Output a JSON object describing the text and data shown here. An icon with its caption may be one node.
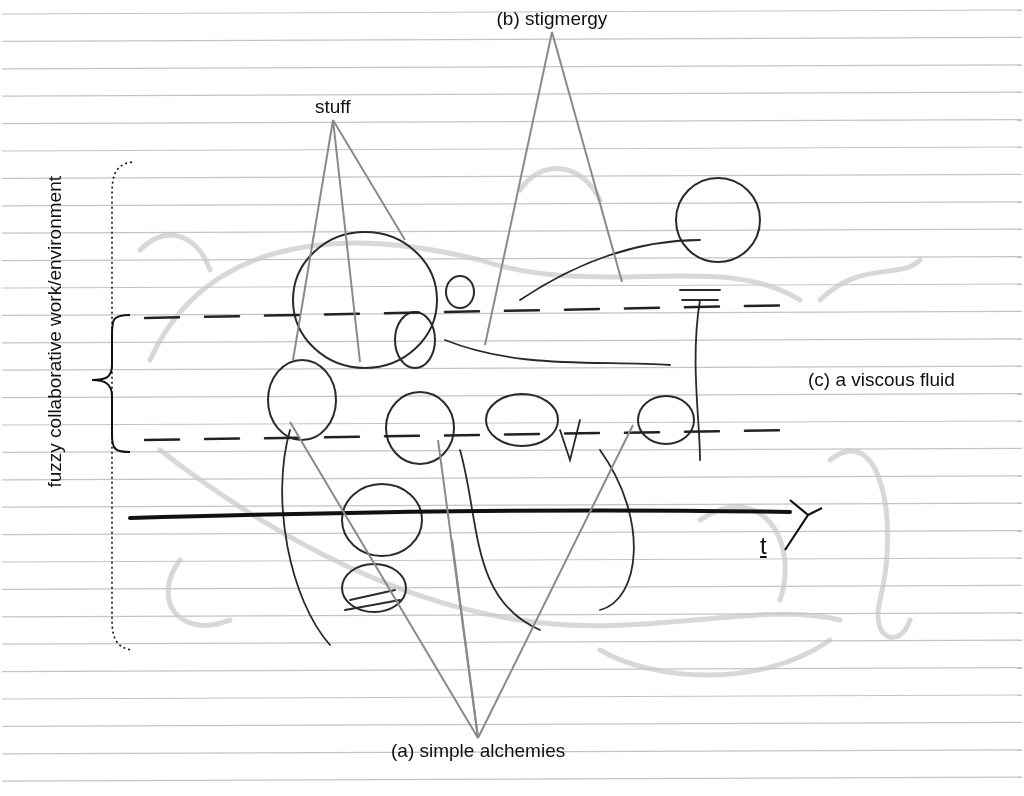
{
  "diagram": {
    "nodes": [
      {
        "text": [
          "(b) stigmergy"
        ]
      },
      {
        "text": [
          "stuff"
        ]
      },
      {
        "text": [
          "(a) simple alchemies"
        ]
      }
    ],
    "edges": [
      {
        "from": 0,
        "to": null,
        "arrow": "none"
      },
      {
        "from": 0,
        "to": null,
        "arrow": "none"
      },
      {
        "from": 1,
        "to": null,
        "arrow": "none"
      },
      {
        "from": 1,
        "to": null,
        "arrow": "none"
      },
      {
        "from": 1,
        "to": null,
        "arrow": "none"
      },
      {
        "from": 2,
        "to": null,
        "arrow": "none"
      },
      {
        "from": 2,
        "to": null,
        "arrow": "none"
      },
      {
        "from": 2,
        "to": null,
        "arrow": "none"
      },
      {
        "from": 2,
        "to": null,
        "arrow": "none"
      }
    ],
    "labels": [
      "fuzzy collaborative work/environment",
      "(c) a viscous fluid",
      "t"
    ]
  }
}
